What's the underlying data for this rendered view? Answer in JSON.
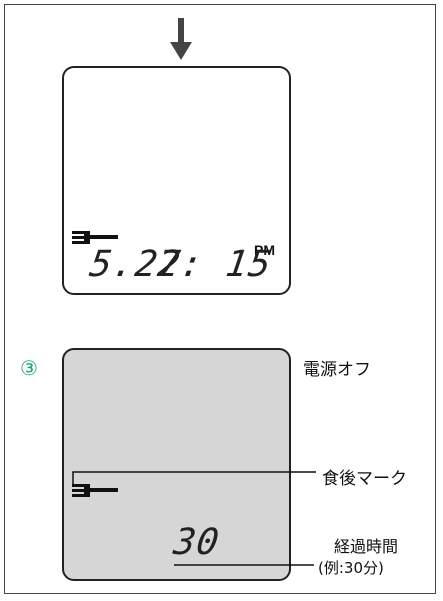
{
  "screen1": {
    "pm": "PM",
    "date": "5.22",
    "time": "7: 15"
  },
  "screen2": {
    "step": "③",
    "elapsed_value": "30"
  },
  "labels": {
    "power_off": "電源オフ",
    "after_meal_mark": "食後マーク",
    "elapsed_time": "経過時間",
    "example": "(例:30分)"
  },
  "colors": {
    "step_number": "#1aa37a",
    "lcd_off_fill": "#d6d6d6"
  },
  "icons": [
    "down-arrow-icon",
    "fork-icon"
  ]
}
